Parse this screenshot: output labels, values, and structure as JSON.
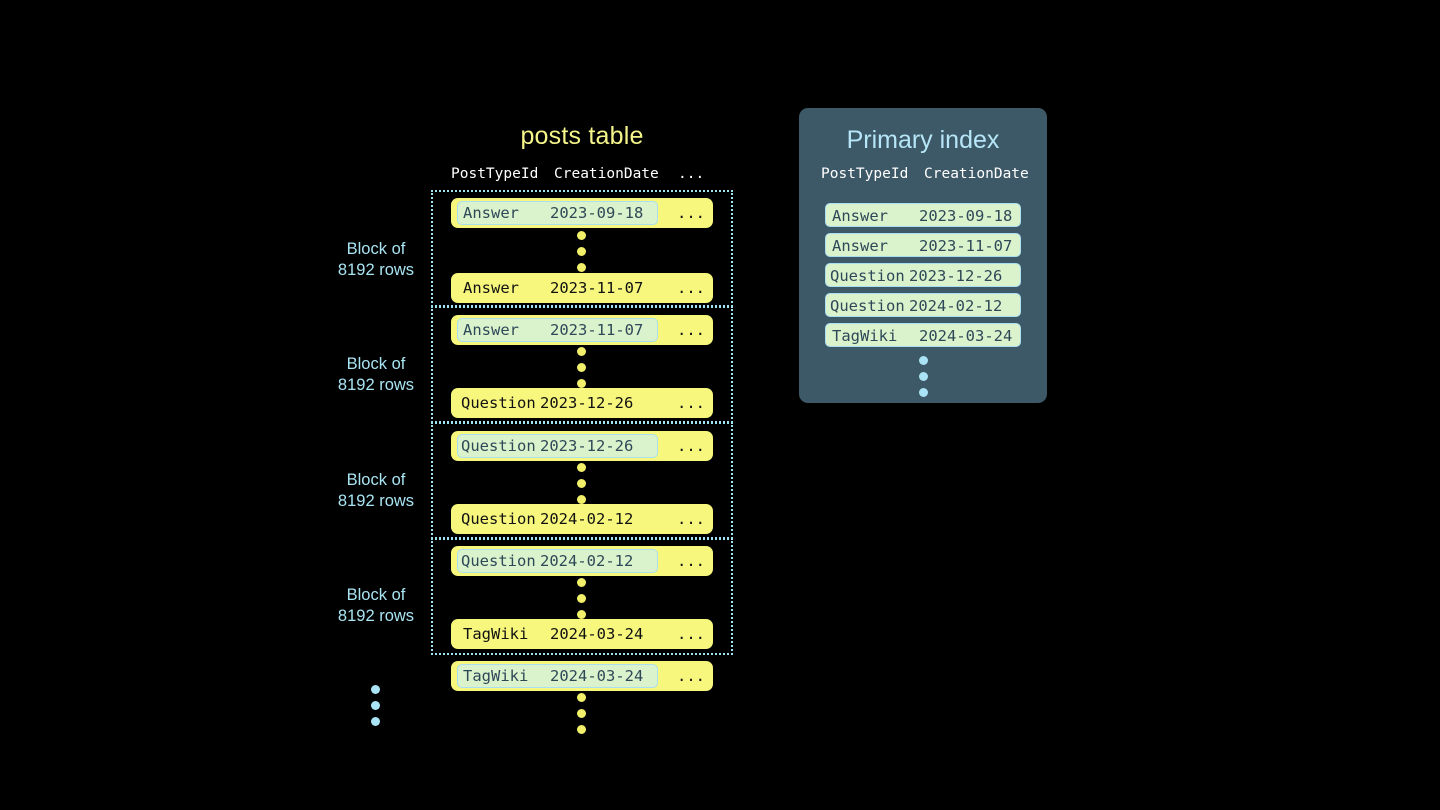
{
  "posts_table": {
    "title": "posts table",
    "columns": [
      "PostTypeId",
      "CreationDate",
      "..."
    ],
    "block_label_line1": "Block of",
    "block_label_line2": "8192 rows",
    "row_trailing_dots": "...",
    "blocks": [
      {
        "label_line1": "Block of",
        "label_line2": "8192 rows",
        "first_row": {
          "post_type_id": "Answer",
          "creation_date": "2023-09-18",
          "highlighted": true
        },
        "last_row": {
          "post_type_id": "Answer",
          "creation_date": "2023-11-07",
          "highlighted": false
        }
      },
      {
        "label_line1": "Block of",
        "label_line2": "8192 rows",
        "first_row": {
          "post_type_id": "Answer",
          "creation_date": "2023-11-07",
          "highlighted": true
        },
        "last_row": {
          "post_type_id": "Question",
          "creation_date": "2023-12-26",
          "highlighted": false
        }
      },
      {
        "label_line1": "Block of",
        "label_line2": "8192 rows",
        "first_row": {
          "post_type_id": "Question",
          "creation_date": "2023-12-26",
          "highlighted": true
        },
        "last_row": {
          "post_type_id": "Question",
          "creation_date": "2024-02-12",
          "highlighted": false
        }
      },
      {
        "label_line1": "Block of",
        "label_line2": "8192 rows",
        "first_row": {
          "post_type_id": "Question",
          "creation_date": "2024-02-12",
          "highlighted": true
        },
        "last_row": {
          "post_type_id": "TagWiki",
          "creation_date": "2024-03-24",
          "highlighted": false
        }
      }
    ],
    "trailing_row": {
      "post_type_id": "TagWiki",
      "creation_date": "2024-03-24",
      "highlighted": true
    }
  },
  "primary_index": {
    "title": "Primary index",
    "columns": [
      "PostTypeId",
      "CreationDate"
    ],
    "entries": [
      {
        "post_type_id": "Answer",
        "creation_date": "2023-09-18"
      },
      {
        "post_type_id": "Answer",
        "creation_date": "2023-11-07"
      },
      {
        "post_type_id": "Question",
        "creation_date": "2023-12-26"
      },
      {
        "post_type_id": "Question",
        "creation_date": "2024-02-12"
      },
      {
        "post_type_id": "TagWiki",
        "creation_date": "2024-03-24"
      }
    ]
  },
  "colors": {
    "background": "#000000",
    "row_yellow": "#f7f77e",
    "highlight_green": "#daf3cd",
    "highlight_border": "#a9dff0",
    "accent_blue": "#a8e4f2",
    "title_yellow": "#f5f58a",
    "panel_slate": "#3d5866",
    "dot_yellow": "#f2ef6a",
    "dot_blue": "#a9e3f5",
    "row_text": "#111111",
    "highlight_text": "#2f4858",
    "header_text": "#ffffff"
  }
}
